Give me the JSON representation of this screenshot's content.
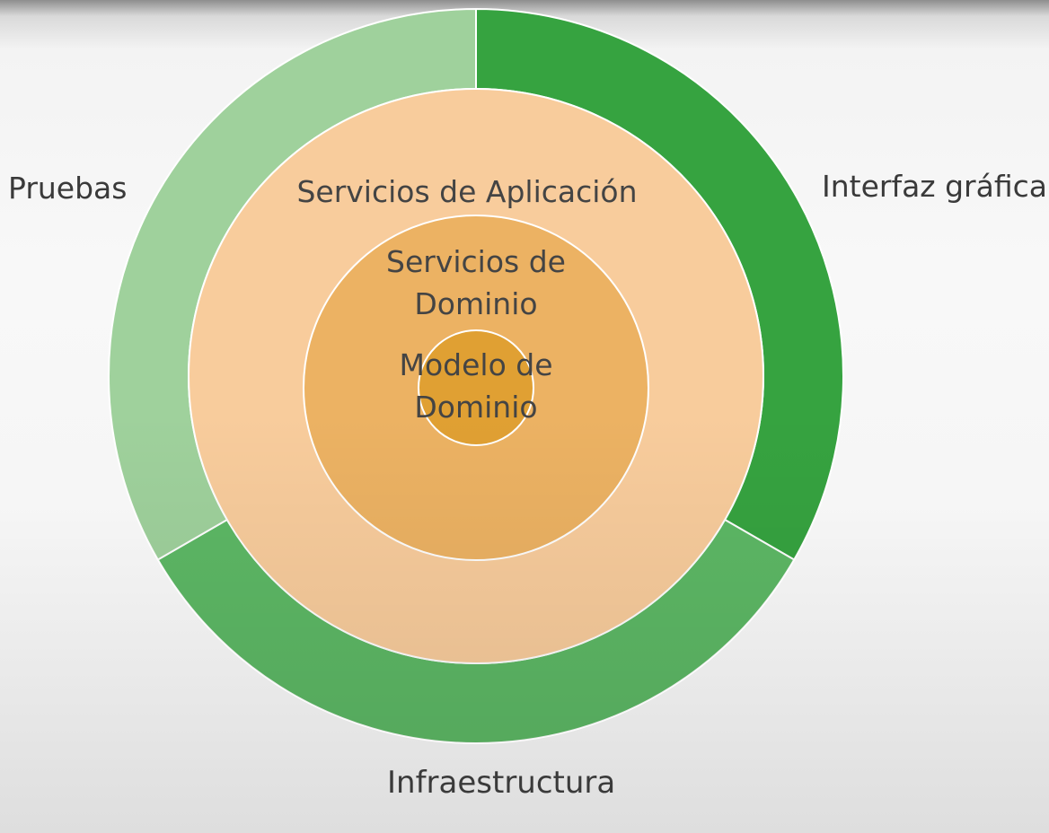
{
  "layers": {
    "outer": [
      {
        "label": "Interfaz gráfica",
        "color": "#36a340"
      },
      {
        "label": "Infraestructura",
        "color": "#5db865"
      },
      {
        "label": "Pruebas",
        "color": "#9fd19c"
      }
    ],
    "application": {
      "label": "Servicios de Aplicación",
      "color": "#f8cc9c"
    },
    "domain_services": {
      "line1": "Servicios de",
      "line2": "Dominio",
      "color": "#ecb263"
    },
    "domain_model": {
      "line1": "Modelo de",
      "line2": "Dominio",
      "color": "#e0a033"
    }
  }
}
